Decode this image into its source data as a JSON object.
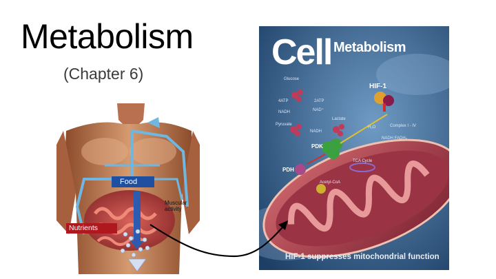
{
  "slide": {
    "title": "Metabolism",
    "subtitle": "(Chapter 6)"
  },
  "body_figure": {
    "food_label": "Food",
    "nutrients_label": "Nutrients",
    "muscular_label": "Muscular\nactivity",
    "colors": {
      "food": "#1f4fa0",
      "nutrients": "#b01820",
      "vessels": "#6fb7e0",
      "skin": "#c8825a"
    }
  },
  "journal_cover": {
    "brand_cell": "Cell",
    "brand_metabolism": "Metabolism",
    "caption": "HIF-1 suppresses mitochondrial function",
    "labels": {
      "glucose": "Glucose",
      "atp_in": "4ATP",
      "atp_out": "2ATP",
      "nadh_1": "NADH",
      "nad_1": "NAD⁺",
      "pyruvate": "Pyruvate",
      "nadh_2": "NADH",
      "lactate": "Lactate",
      "hif1": "HIF-1",
      "h2o": "H₂O",
      "complex": "Complex I - IV",
      "nadh_fadh": "NADH FADH₂",
      "pdk": "PDK",
      "pdh": "PDH",
      "tca": "TCA Cycle",
      "acetyl": "Acetyl-CoA"
    },
    "colors": {
      "background": "#2f5f8c",
      "mitochondria": "#b24a52"
    }
  }
}
